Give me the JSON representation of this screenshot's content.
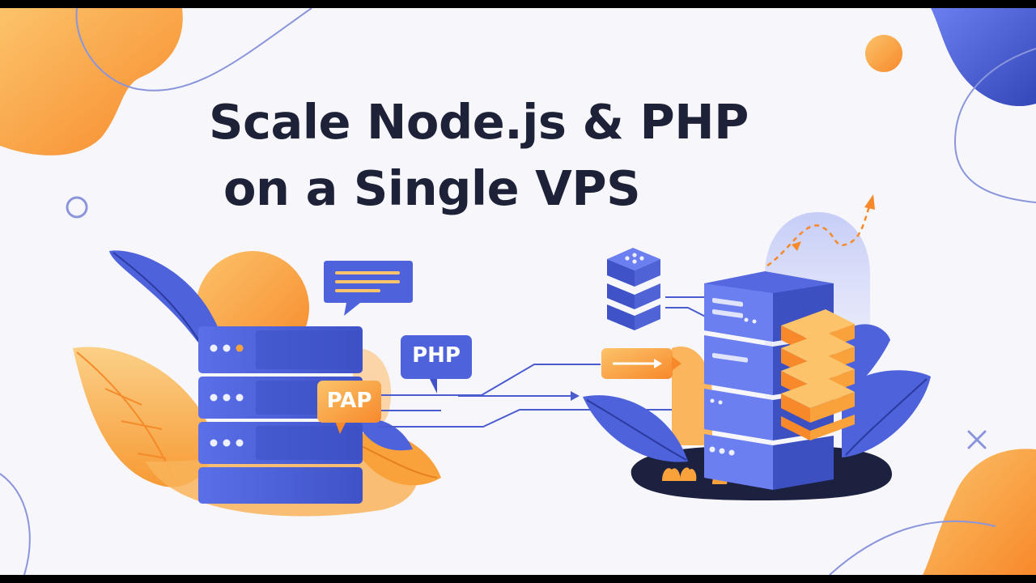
{
  "headline": {
    "line1": "Scale Node.js & PHP",
    "line2": "on a Single VPS"
  },
  "labels": {
    "php_badge": "PHP",
    "pap_badge": "PAP"
  },
  "colors": {
    "background": "#f7f7fb",
    "text": "#1e2238",
    "blue": "#4e62dc",
    "blue_dark": "#3447b8",
    "orange": "#f7a23c",
    "orange_light": "#fcc36a",
    "navy": "#1c2140"
  },
  "icons": [
    "web-server-icon",
    "message-bubble-icon",
    "php-badge-icon",
    "pap-badge-icon",
    "data-stack-icon",
    "forward-arrow-icon",
    "server-tower-icon",
    "growth-arrow-icon",
    "close-icon"
  ]
}
